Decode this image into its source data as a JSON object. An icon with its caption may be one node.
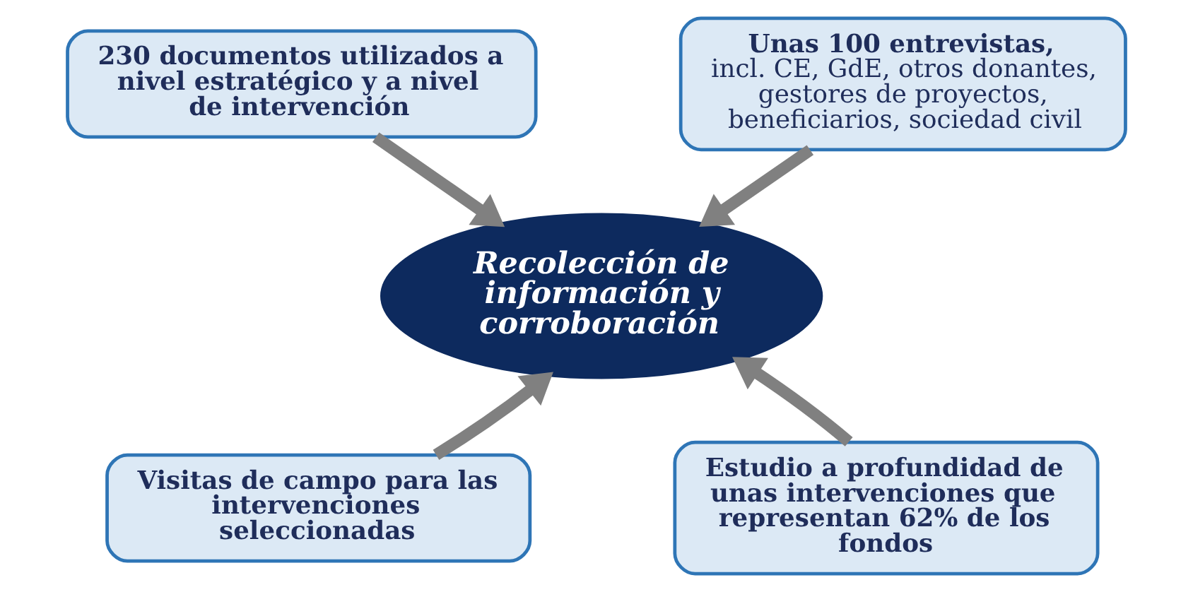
{
  "diagram": {
    "nodes": [
      {
        "text": [
          "Recolección de información y corroboración"
        ]
      },
      {
        "text": [
          "230 documentos utilizados a nivel estratégico y a nivel de intervención"
        ]
      },
      {
        "text": [
          "Unas 100 entrevistas,",
          "incl. CE, GdE, otros donantes, gestores de proyectos, beneficiarios, sociedad civil"
        ]
      },
      {
        "text": [
          "Visitas de campo para las intervenciones seleccionadas"
        ]
      },
      {
        "text": [
          "Estudio a profundidad de unas intervenciones que representan 62% de los fondos"
        ]
      }
    ],
    "edges": [
      {
        "from": 1,
        "to": 0,
        "arrow": "to"
      },
      {
        "from": 2,
        "to": 0,
        "arrow": "to"
      },
      {
        "from": 4,
        "to": 0,
        "arrow": "to"
      },
      {
        "from": 3,
        "to": 0,
        "arrow": "to"
      }
    ]
  }
}
